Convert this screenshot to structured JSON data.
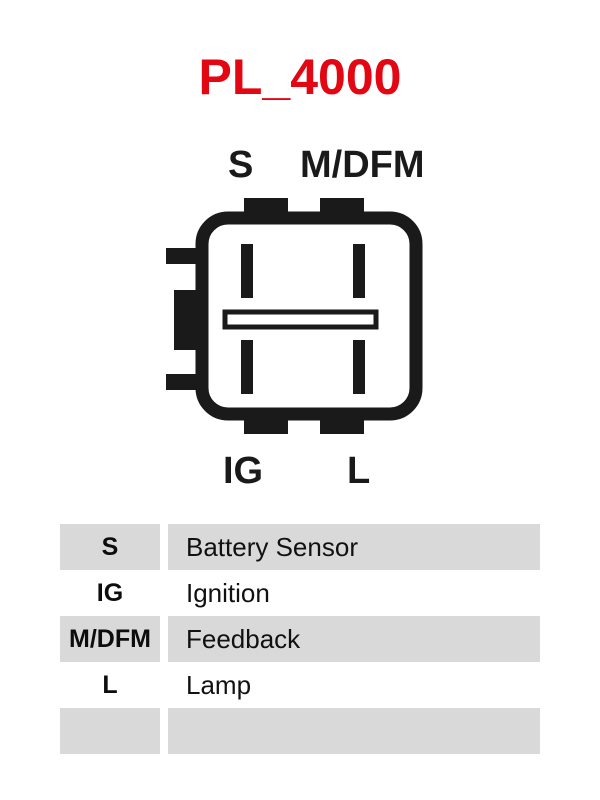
{
  "title": "PL_4000",
  "colors": {
    "title_red": "#e30613",
    "ink": "#1a1a1a",
    "row_shade": "#d9d9d9",
    "page_background": "#ffffff"
  },
  "connector": {
    "top_labels": [
      {
        "id": "s",
        "text": "S"
      },
      {
        "id": "mdfm",
        "text": "M/DFM"
      }
    ],
    "bottom_labels": [
      {
        "id": "ig",
        "text": "IG"
      },
      {
        "id": "l",
        "text": "L"
      }
    ],
    "pin_count": 4,
    "pin_arrangement": "2x2"
  },
  "legend": {
    "rows": [
      {
        "pin": "S",
        "description": "Battery Sensor",
        "shaded": true
      },
      {
        "pin": "IG",
        "description": "Ignition",
        "shaded": false
      },
      {
        "pin": "M/DFM",
        "description": "Feedback",
        "shaded": true
      },
      {
        "pin": "L",
        "description": "Lamp",
        "shaded": false
      },
      {
        "pin": "",
        "description": "",
        "shaded": true
      }
    ]
  }
}
